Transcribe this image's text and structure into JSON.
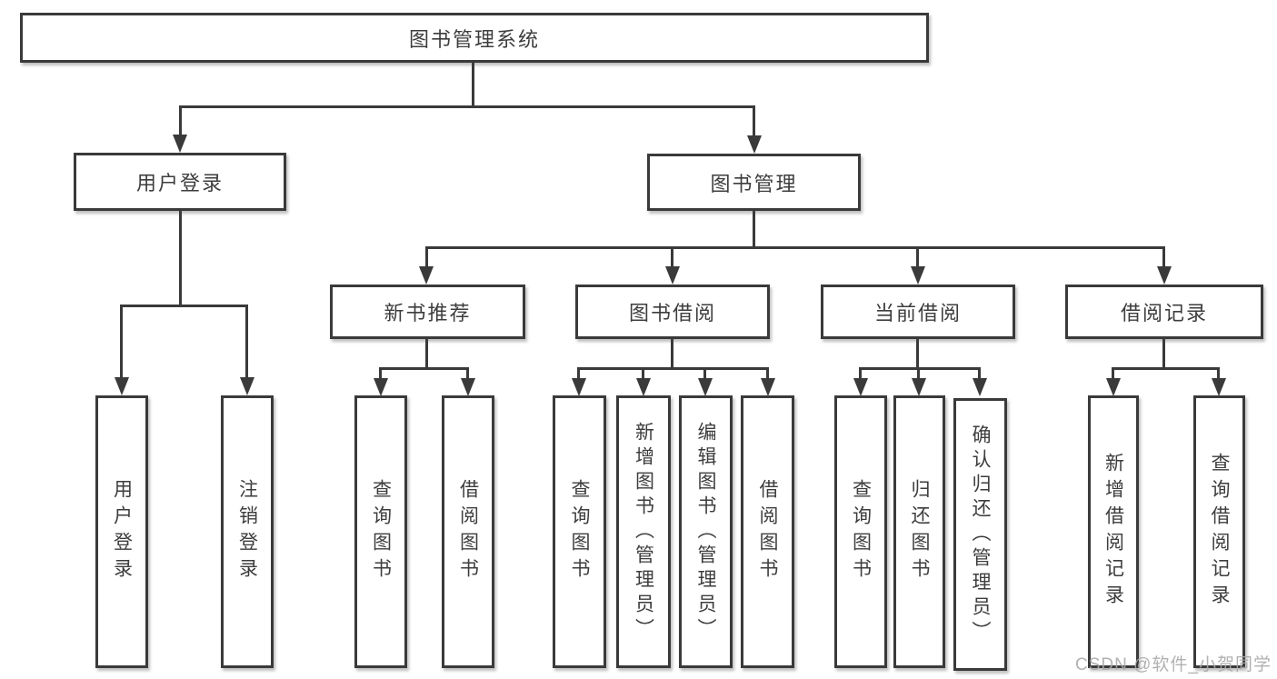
{
  "diagram": {
    "title": "图书管理系统",
    "nodes": {
      "root": "图书管理系统",
      "user_login": "用户登录",
      "book_mgmt": "图书管理",
      "new_book_rec": "新书推荐",
      "book_borrow": "图书借阅",
      "current_borrow": "当前借阅",
      "borrow_records": "借阅记录",
      "leaf_user_login": "用户登录",
      "leaf_logout": "注销登录",
      "leaf_nb_query": "查询图书",
      "leaf_nb_borrow": "借阅图书",
      "leaf_bb_query": "查询图书",
      "leaf_bb_add": "新增图书（管理员）",
      "leaf_bb_edit": "编辑图书（管理员）",
      "leaf_bb_borrow": "借阅图书",
      "leaf_cb_query": "查询图书",
      "leaf_cb_return": "归还图书",
      "leaf_cb_confirm": "确认归还（管理员）",
      "leaf_br_add": "新增借阅记录",
      "leaf_br_query": "查询借阅记录"
    },
    "colors": {
      "line": "#3a3a3a",
      "text": "#3d3d3d",
      "watermark": "#a8a8a8"
    },
    "watermark": "CSDN @软件_小贺同学"
  }
}
